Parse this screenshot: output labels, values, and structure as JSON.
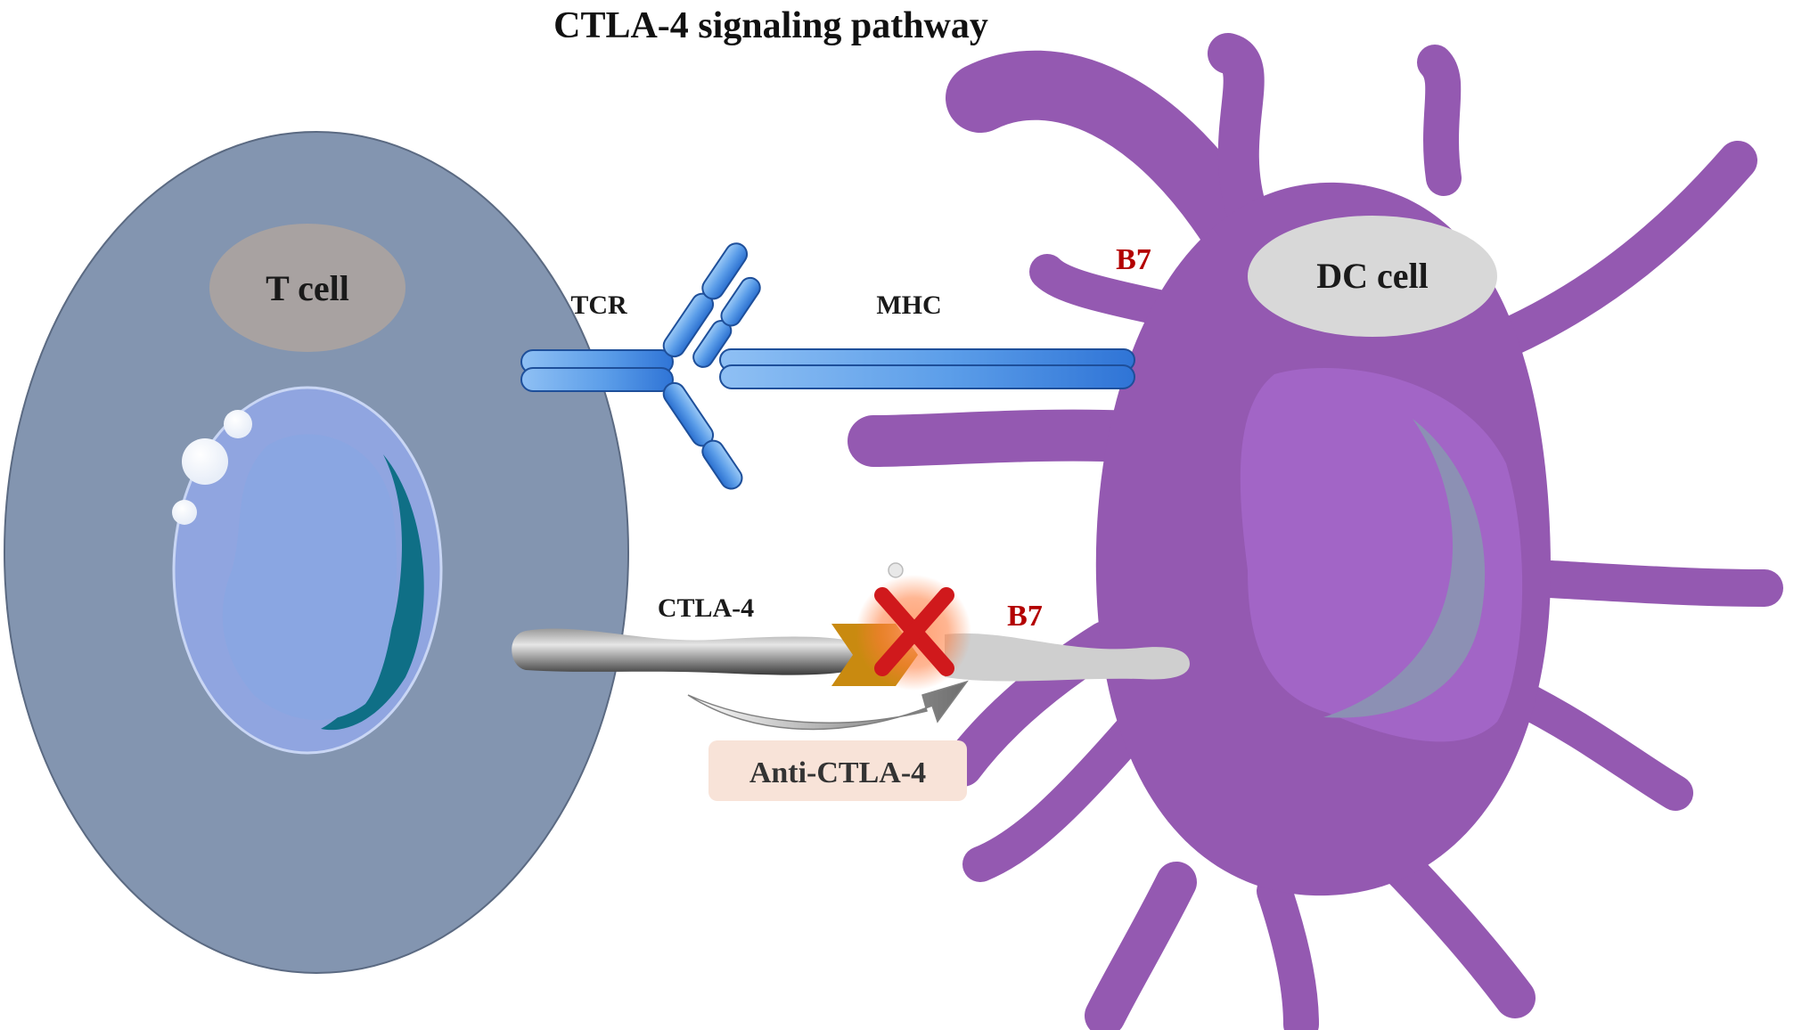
{
  "title": "CTLA-4 signaling pathway",
  "cells": {
    "t_cell": {
      "label": "T cell"
    },
    "dc_cell": {
      "label": "DC cell"
    }
  },
  "molecules": {
    "tcr": "TCR",
    "mhc": "MHC",
    "ctla4": "CTLA-4",
    "b7_top": "B7",
    "b7_bottom": "B7"
  },
  "drug": {
    "label": "Anti-CTLA-4"
  },
  "colors": {
    "t_cell_body": "#8395b0",
    "t_cell_label_bg": "#a8a2a1",
    "dc_cell_body": "#9459b1",
    "dc_cell_label_bg": "#d8d8d8",
    "receptor_blue": "#5f9ee8",
    "ctla4_gray": "#8a8a8a",
    "b7_gray": "#cfcfcf",
    "b7_text": "#b30000",
    "block_x": "#d0191c",
    "antibody_orange": "#c98a10",
    "drug_box": "#f8e3d8"
  }
}
